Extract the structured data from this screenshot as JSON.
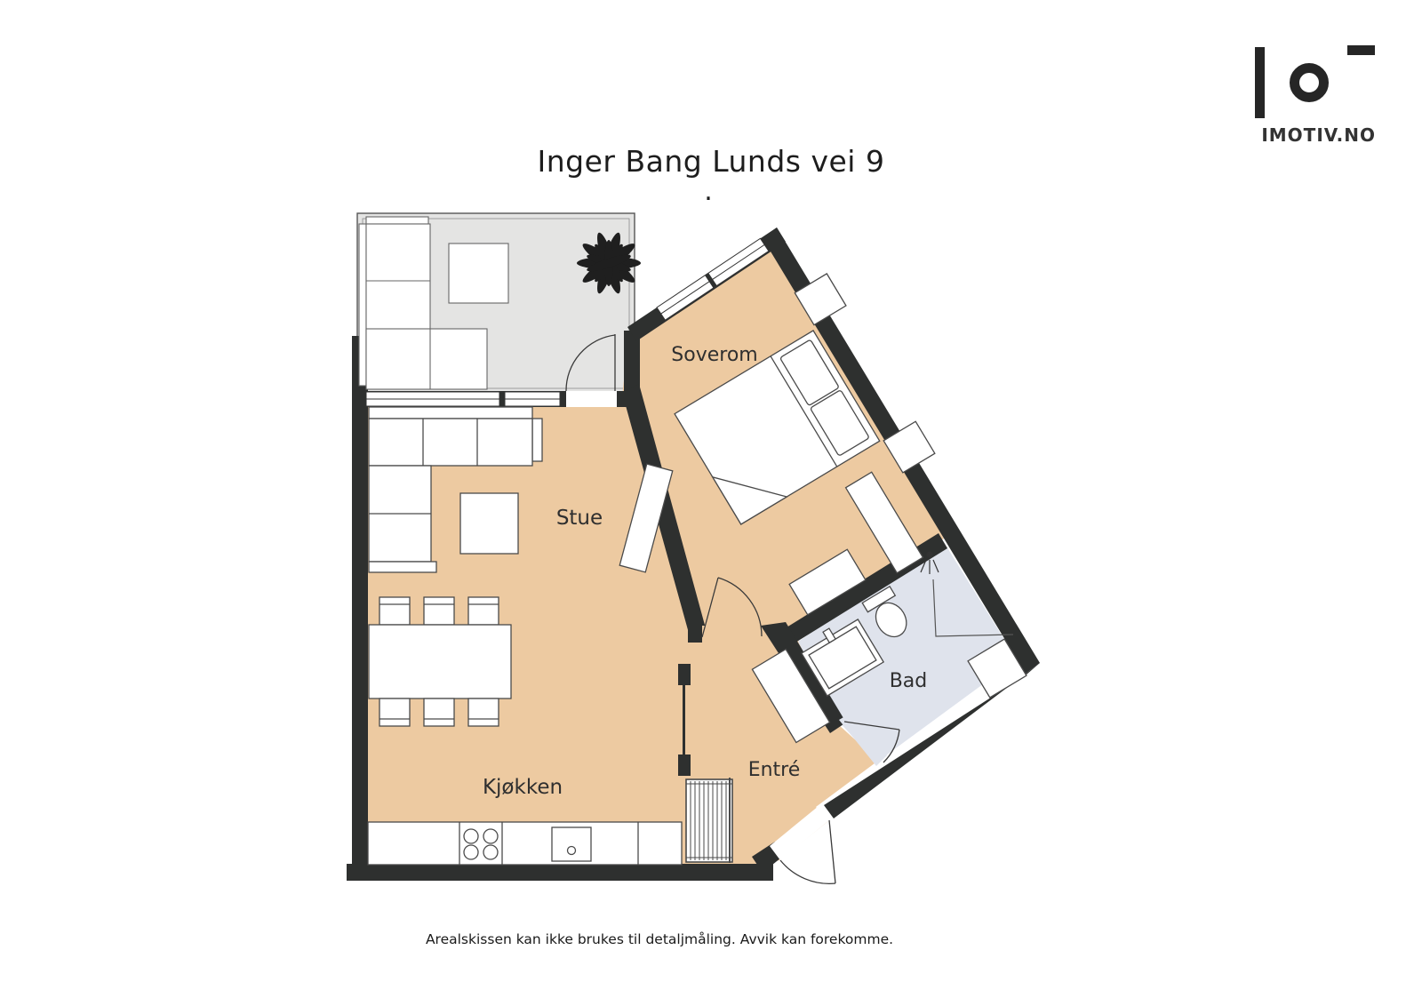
{
  "page": {
    "title": "Inger Bang Lunds vei 9",
    "title_dot": ".",
    "footer_disclaimer": "Arealskissen kan ikke brukes til detaljmåling. Avvik kan forekomme."
  },
  "logo": {
    "text": "IMOTIV.NO"
  },
  "rooms": {
    "soverom": "Soverom",
    "stue": "Stue",
    "kjokken": "Kjøkken",
    "entre": "Entré",
    "bad": "Bad"
  },
  "colors": {
    "wall": "#2e302f",
    "floor": "#edcaa1",
    "bathroom_floor": "#dfe3ec",
    "balcony_floor": "#e4e4e3",
    "background": "#ffffff",
    "text": "#2f2f2f"
  }
}
